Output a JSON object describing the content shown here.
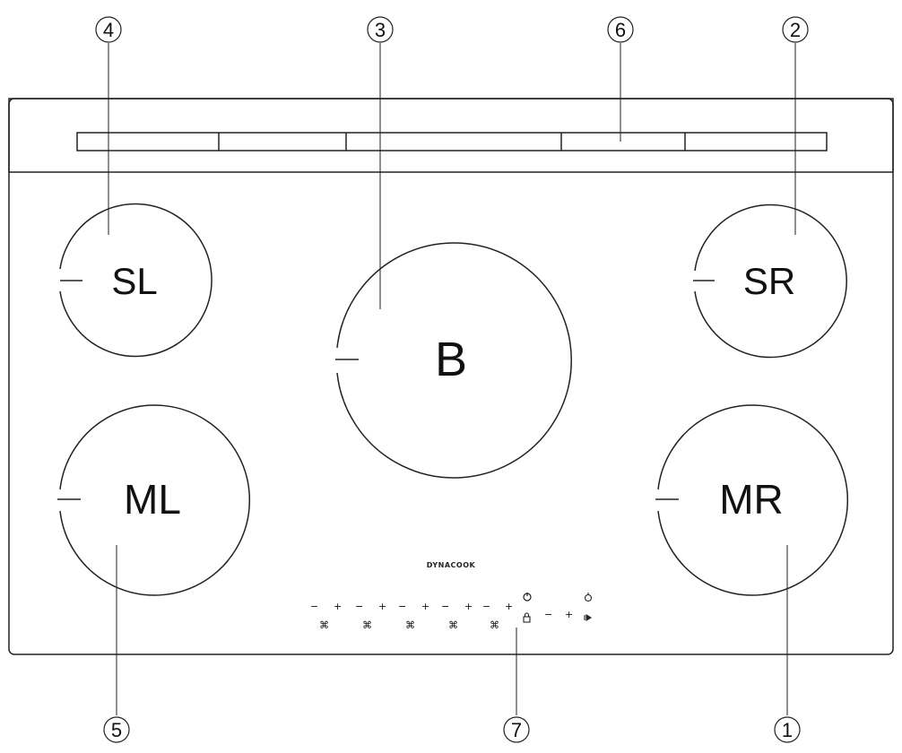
{
  "callouts": {
    "c1": "1",
    "c2": "2",
    "c3": "3",
    "c4": "4",
    "c5": "5",
    "c6": "6",
    "c7": "7"
  },
  "zones": {
    "SL": "SL",
    "SR": "SR",
    "B": "B",
    "ML": "ML",
    "MR": "MR"
  },
  "brand": "DYNACOOK",
  "controls": {
    "minus": "−",
    "plus": "+",
    "fan": "⌘",
    "power": "⏻",
    "lock": "🔒",
    "timer_icon": "⏲",
    "pause": "⏯"
  }
}
